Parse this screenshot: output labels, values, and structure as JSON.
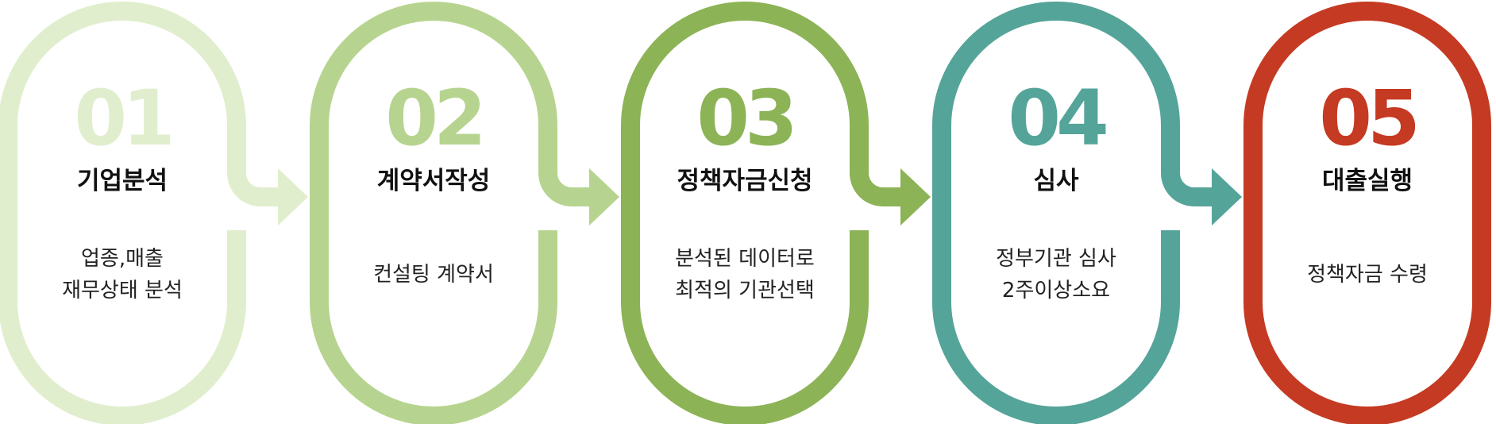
{
  "steps": [
    {
      "number": "01",
      "title": "기업분석",
      "desc": [
        "업종,매출",
        "재무상태 분석"
      ],
      "color": "#e0eecd"
    },
    {
      "number": "02",
      "title": "계약서작성",
      "desc": [
        "컨설팅 계약서"
      ],
      "color": "#b6d48f"
    },
    {
      "number": "03",
      "title": "정책자금신청",
      "desc": [
        "분석된 데이터로",
        "최적의 기관선택"
      ],
      "color": "#8cb356"
    },
    {
      "number": "04",
      "title": "심사",
      "desc": [
        "정부기관 심사",
        "2주이상소요"
      ],
      "color": "#55a499"
    },
    {
      "number": "05",
      "title": "대출실행",
      "desc": [
        "정책자금 수령"
      ],
      "color": "#c53a22"
    }
  ]
}
